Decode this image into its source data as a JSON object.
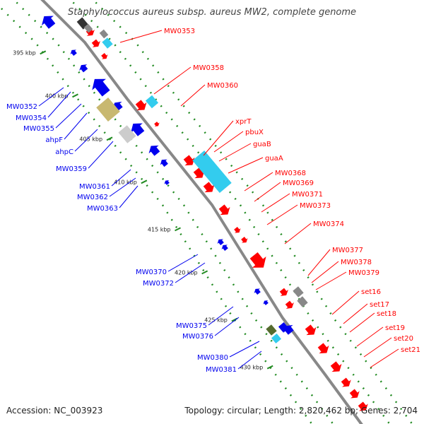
{
  "header": {
    "title": "Staphylococcus aureus subsp. aureus MW2, complete genome"
  },
  "footer": {
    "accession": "Accession: NC_003923",
    "summary": "Topology: circular; Length: 2,820,462 bp; Genes: 2,704"
  },
  "colors": {
    "forward": "#ff0000",
    "reverse": "#0000ee",
    "backbone": "#888888",
    "tick": "#228b22",
    "rna_cyan": "#33ccee",
    "gray_feature": "#888888",
    "olive_feature": "#c8b870"
  },
  "scale_ticks": [
    "395 kbp",
    "400 kbp",
    "405 kbp",
    "410 kbp",
    "415 kbp",
    "420 kbp",
    "425 kbp",
    "430 kbp"
  ],
  "forward_labels": [
    "MW0353",
    "MW0358",
    "MW0360",
    "xprT",
    "pbuX",
    "guaB",
    "guaA",
    "MW0368",
    "MW0369",
    "MW0371",
    "MW0373",
    "MW0374",
    "MW0377",
    "MW0378",
    "MW0379",
    "set16",
    "set17",
    "set18",
    "set19",
    "set20",
    "set21"
  ],
  "reverse_labels": [
    "MW0352",
    "MW0354",
    "MW0355",
    "ahpF",
    "ahpC",
    "MW0359",
    "MW0361",
    "MW0362",
    "MW0363",
    "MW0370",
    "MW0372",
    "MW0375",
    "MW0376",
    "MW0380",
    "MW0381"
  ]
}
